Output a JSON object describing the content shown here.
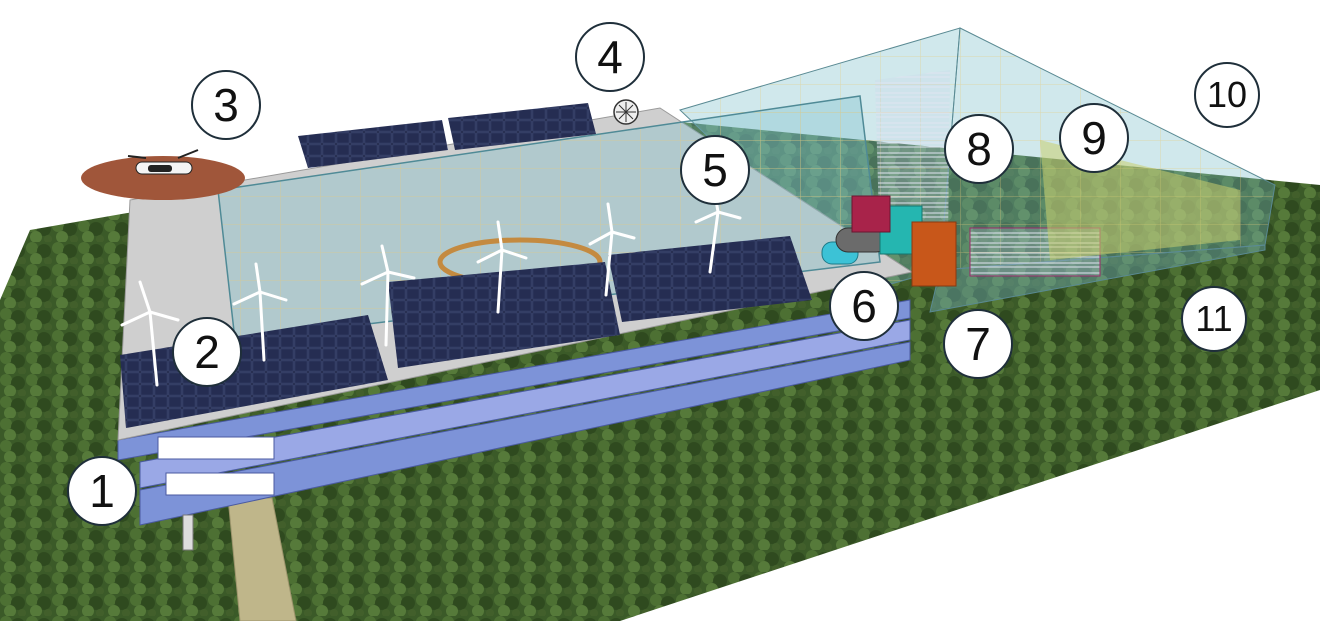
{
  "colors": {
    "forest": "#3f5f2a",
    "glass": "#8fc3c9",
    "roof": "#cfcfcf",
    "solar": "#1c2240",
    "facade": "#7d93d8",
    "helipad": "#a0563a"
  },
  "callouts": [
    {
      "id": "1",
      "label": "1"
    },
    {
      "id": "2",
      "label": "2"
    },
    {
      "id": "3",
      "label": "3"
    },
    {
      "id": "4",
      "label": "4"
    },
    {
      "id": "5",
      "label": "5"
    },
    {
      "id": "6",
      "label": "6"
    },
    {
      "id": "7",
      "label": "7"
    },
    {
      "id": "8",
      "label": "8"
    },
    {
      "id": "9",
      "label": "9"
    },
    {
      "id": "10",
      "label": "10"
    },
    {
      "id": "11",
      "label": "11"
    }
  ]
}
